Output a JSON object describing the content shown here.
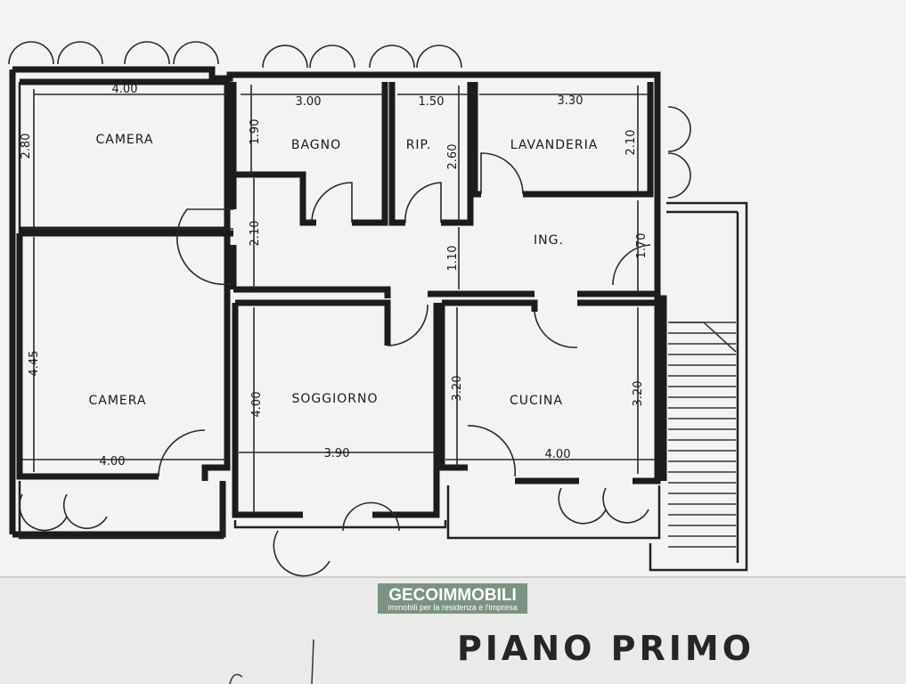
{
  "plan": {
    "rooms": {
      "camera_top": "CAMERA",
      "bagno": "BAGNO",
      "rip": "RIP.",
      "lavanderia": "LAVANDERIA",
      "ingresso": "ING.",
      "camera_bottom": "CAMERA",
      "soggiorno": "SOGGIORNO",
      "cucina": "CUCINA"
    },
    "dimensions": {
      "camera_top_width": "4.00",
      "camera_top_depth": "2.80",
      "bagno_width": "3.00",
      "bagno_depth": "1.90",
      "rip_width": "1.50",
      "rip_depth": "2.60",
      "lavanderia_width": "3.30",
      "lavanderia_depth": "2.10",
      "hall_depth": "2.10",
      "corridor_width": "1.10",
      "ingresso_depth": "1.70",
      "camera_bottom_depth": "4.45",
      "camera_bottom_width": "4.00",
      "soggiorno_depth": "4.00",
      "soggiorno_width": "3.90",
      "cucina_depth_left": "3.20",
      "cucina_depth_right": "3.20",
      "cucina_width": "4.00"
    },
    "title": "PIANO PRIMO"
  },
  "watermark": {
    "name": "GECOIMMOBILI",
    "tagline": "immobili per la residenza e l'impresa",
    "color": "#6f8a77"
  },
  "colors": {
    "paper": "#f4f4f4",
    "background": "#e9e9e9",
    "ink": "#1c1c1c"
  }
}
